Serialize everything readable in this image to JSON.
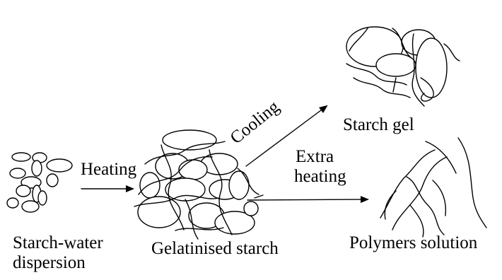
{
  "labels": {
    "starch_water_line1": "Starch-water",
    "starch_water_line2": "dispersion",
    "heating": "Heating",
    "gelatinised": "Gelatinised starch",
    "cooling": "Cooling",
    "starch_gel": "Starch gel",
    "extra_line1": "Extra",
    "extra_line2": "heating",
    "polymers": "Polymers solution"
  }
}
